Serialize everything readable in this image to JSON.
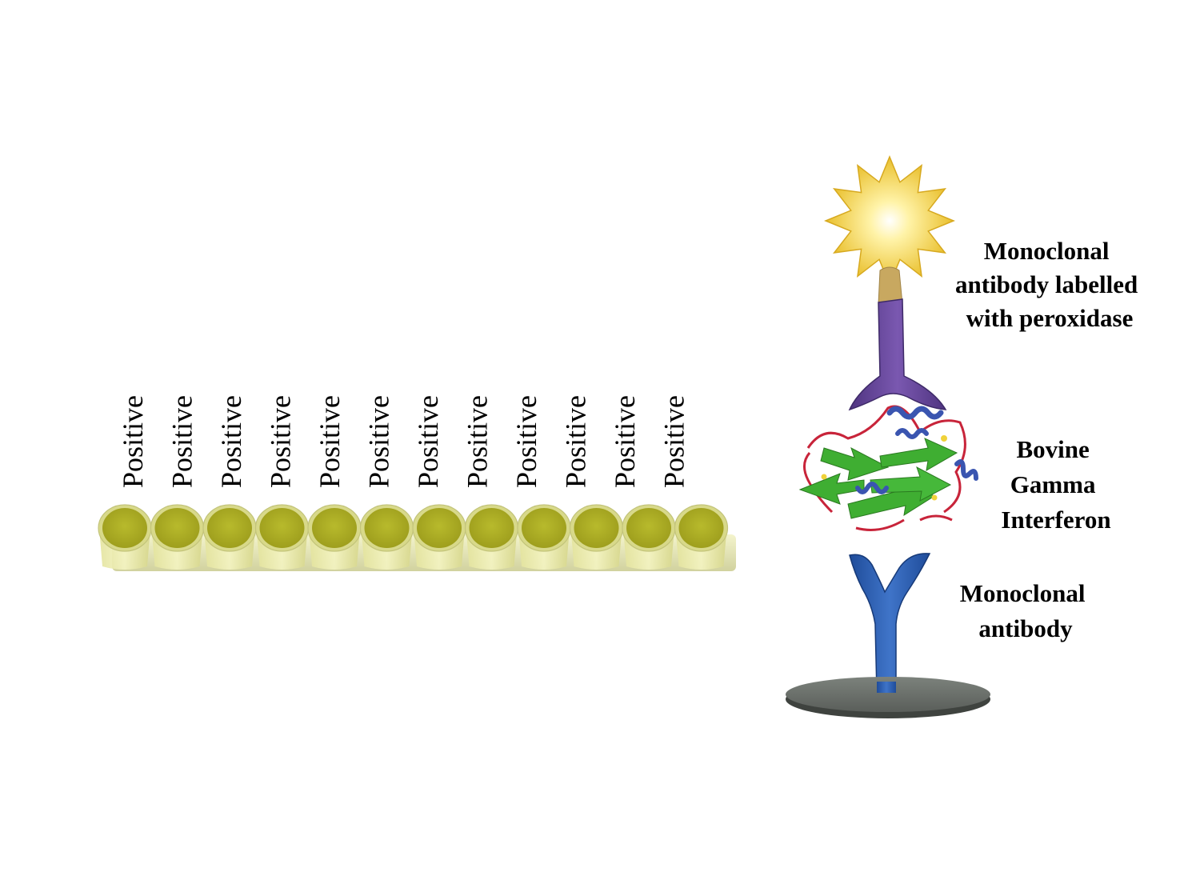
{
  "wells": {
    "result_label": "Positive",
    "count": 12,
    "fill_color": "#b0b22a",
    "rim_color": "#d8d98a"
  },
  "labels": {
    "detection_antibody": [
      "Monoclonal",
      "antibody labelled",
      "with peroxidase"
    ],
    "antigen": [
      "Bovine",
      "Gamma",
      "Interferon"
    ],
    "capture_antibody": [
      "Monoclonal",
      "antibody"
    ]
  },
  "icons": {
    "enzyme": "peroxidase-star-icon",
    "detection_antibody": "purple-antibody-icon",
    "antigen": "protein-ribbon-icon",
    "capture_antibody": "blue-antibody-icon",
    "plate": "plate-disc-icon"
  },
  "colors": {
    "star": "#f3cf3a",
    "detection_antibody": "#6b4aa0",
    "capture_antibody": "#2f5fb4",
    "strand": "#3fae32",
    "helix": "#3a55b0",
    "loop": "#c8243a",
    "plate": "#6a6f6a"
  }
}
